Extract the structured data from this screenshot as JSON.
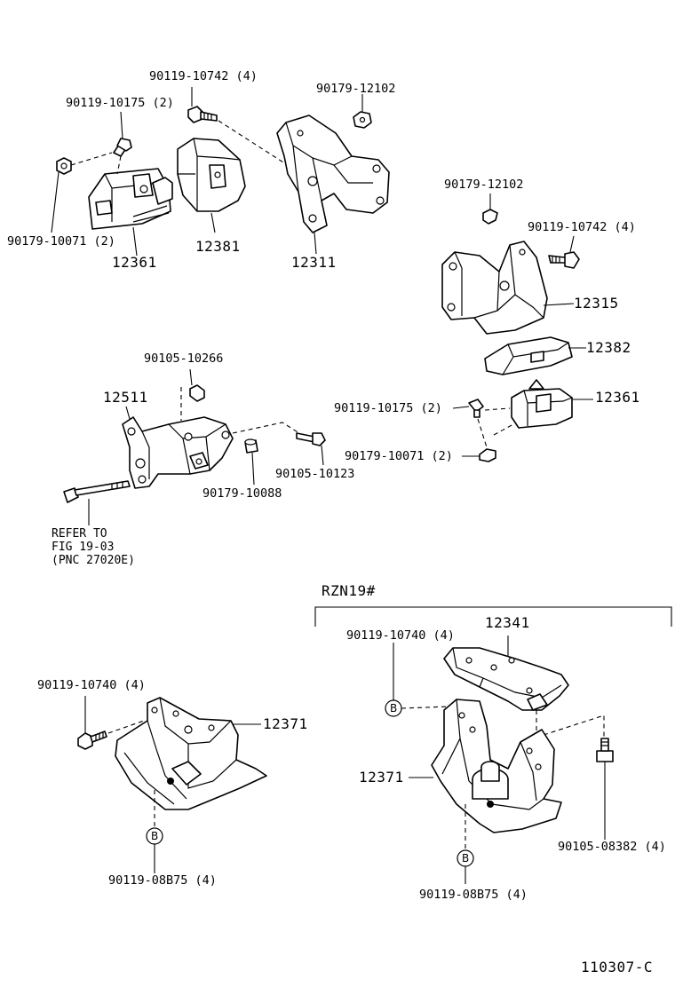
{
  "labels": {
    "p90119_10742_top": "90119-10742 (4)",
    "p90179_12102_top": "90179-12102",
    "p90119_10175_top": "90119-10175 (2)",
    "p90179_10071_top": "90179-10071 (2)",
    "p12361_top": "12361",
    "p12381": "12381",
    "p12311": "12311",
    "p90179_12102_right": "90179-12102",
    "p90119_10742_right": "90119-10742 (4)",
    "p12315": "12315",
    "p12382": "12382",
    "p90105_10266": "90105-10266",
    "p12511": "12511",
    "p90119_10175_mid": "90119-10175 (2)",
    "p12361_right": "12361",
    "p90179_10071_mid": "90179-10071 (2)",
    "p90105_10123": "90105-10123",
    "p90179_10088": "90179-10088",
    "refer_line1": "REFER TO",
    "refer_line2": "FIG 19-03",
    "refer_line3": "(PNC 27020E)",
    "variant": "RZN19#",
    "p90119_10740_left": "90119-10740 (4)",
    "p12371_left": "12371",
    "p90119_08B75_left": "90119-08B75 (4)",
    "p12341": "12341",
    "p90119_10740_right": "90119-10740 (4)",
    "p12371_right": "12371",
    "p90105_08382": "90105-08382 (4)",
    "p90119_08B75_right": "90119-08B75 (4)",
    "ref_b": "B",
    "figure_code": "110307-C"
  }
}
